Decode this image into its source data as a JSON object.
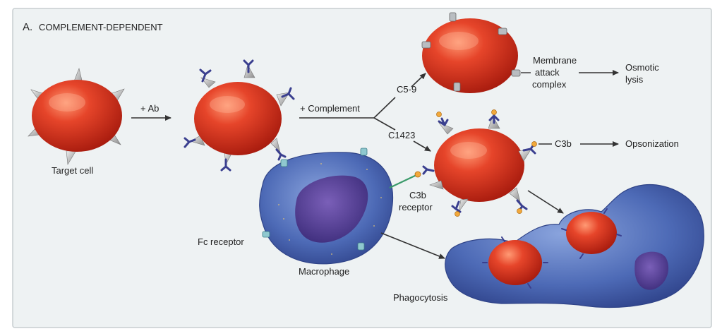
{
  "figure": {
    "panel_letter": "A.",
    "title": "COMPLEMENT-DEPENDENT"
  },
  "labels": {
    "target_cell": "Target cell",
    "plus_ab": "+ Ab",
    "plus_complement": "+ Complement",
    "c5_9": "C5-9",
    "c1423": "C1423",
    "mac_line1": "Membrane",
    "mac_line2": "attack",
    "mac_line3": "complex",
    "osmotic_line1": "Osmotic",
    "osmotic_line2": "lysis",
    "c3b": "C3b",
    "opsonization": "Opsonization",
    "c3b_receptor_line1": "C3b",
    "c3b_receptor_line2": "receptor",
    "fc_receptor": "Fc receptor",
    "macrophage": "Macrophage",
    "phagocytosis": "Phagocytosis"
  },
  "colors": {
    "panel_bg": "#eef2f3",
    "cell_red": "#d8321c",
    "macrophage_blue": "#4a66b0",
    "nucleus_purple": "#4b3c8c",
    "antibody_blue": "#3a3f8f",
    "c3b_orange": "#f2a93b",
    "arrow": "#333333"
  }
}
